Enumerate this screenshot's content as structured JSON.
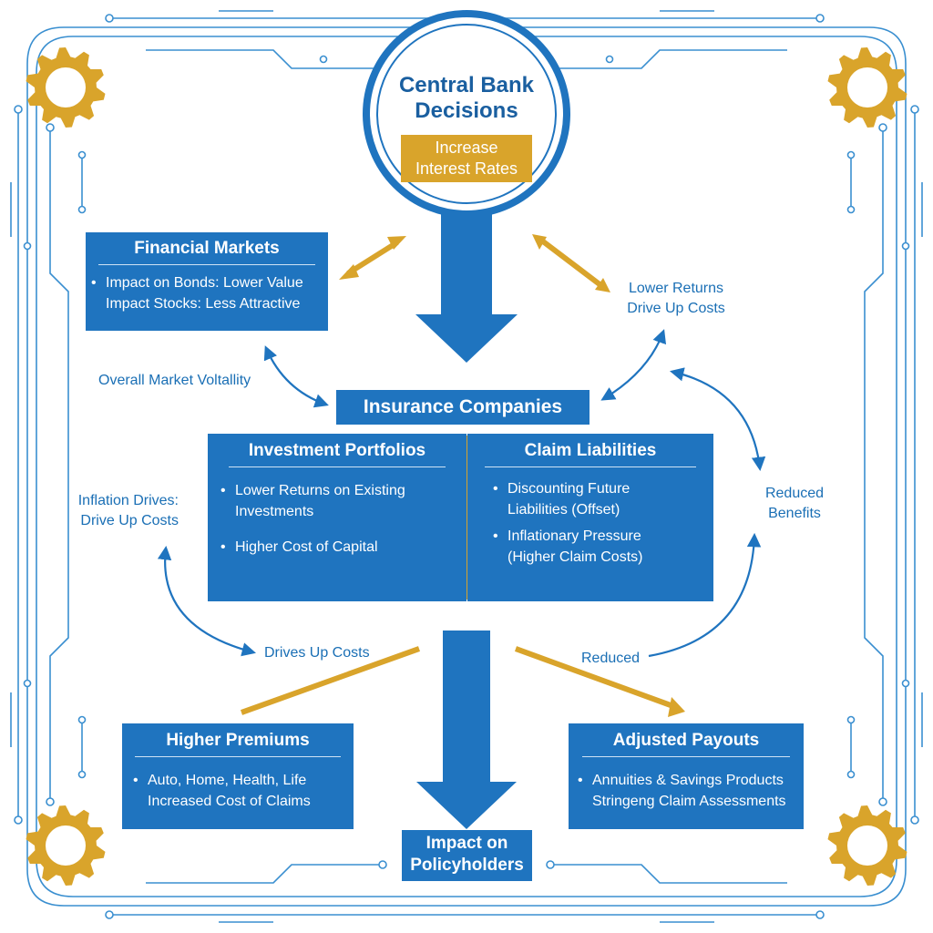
{
  "colors": {
    "blue": "#1f74bf",
    "dark_blue": "#1a5fa0",
    "gold": "#d9a42b",
    "circuit": "#3a8fd0",
    "label": "#1a6fb5"
  },
  "central": {
    "title_line1": "Central Bank",
    "title_line2": "Decisions",
    "badge_line1": "Increase",
    "badge_line2": "Interest Rates"
  },
  "financial_markets": {
    "title": "Financial Markets",
    "items": [
      "Impact on Bonds: Lower Value",
      "Impact Stocks: Less Attractive"
    ]
  },
  "insurance": {
    "title": "Insurance Companies"
  },
  "investment": {
    "title": "Investment Portfolios",
    "items": [
      {
        "line1": "Lower Returns on Existing",
        "line2": "Investments"
      },
      {
        "line1": "Higher Cost of Capital",
        "line2": ""
      }
    ]
  },
  "claims": {
    "title": "Claim Liabilities",
    "items": [
      {
        "line1": "Discounting Future",
        "line2": "Liabilities (Offset)"
      },
      {
        "line1": "Inflationary Pressure",
        "line2": "(Higher Claim Costs)"
      }
    ]
  },
  "premiums": {
    "title": "Higher Premiums",
    "items": [
      "Auto, Home, Health, Life",
      "Increased Cost of Claims"
    ]
  },
  "payouts": {
    "title": "Adjusted Payouts",
    "items": [
      "Annuities & Savings Products",
      "Stringeng Claim Assessments"
    ]
  },
  "policyholders": {
    "line1": "Impact on",
    "line2": "Policyholders"
  },
  "labels": {
    "lower_returns_1": "Lower Returns",
    "lower_returns_2": "Drive Up Costs",
    "volatility": "Overall Market Voltallity",
    "inflation_1": "Inflation Drives:",
    "inflation_2": "Drive Up Costs",
    "reduced_benefits_1": "Reduced",
    "reduced_benefits_2": "Benefits",
    "drives_up_costs": "Drives Up Costs",
    "reduced": "Reduced"
  }
}
